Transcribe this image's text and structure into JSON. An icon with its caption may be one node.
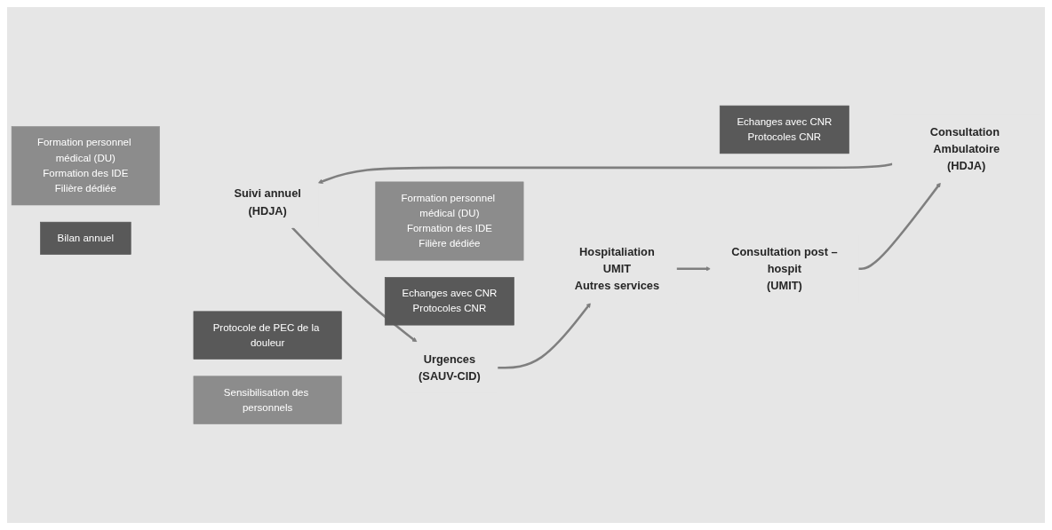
{
  "diagram": {
    "nodes": [
      {
        "text": [
          "Bilan annuel"
        ]
      },
      {
        "text": [
          "Suivi annuel",
          "(HDJA)"
        ]
      },
      {
        "text": [
          "Protocole de PEC de la douleur"
        ]
      },
      {
        "text": [
          "Sensibilisation des personnels"
        ]
      },
      {
        "text": [
          "Urgences",
          "(SAUV-CID)"
        ]
      },
      {
        "text": [
          "Formation personnel médical (DU)",
          "Formation des IDE",
          "Filière dédiée"
        ]
      },
      {
        "text": [
          "Consultation Ambulatoire",
          "(HDJA)"
        ]
      },
      {
        "text": [
          "Hospitaliation",
          "UMIT",
          "Autres services"
        ]
      },
      {
        "text": [
          "Formation personnel médical (DU)",
          "Formation des IDE",
          "Filière dédiée"
        ]
      },
      {
        "text": [
          "Echanges avec CNR",
          "Protocoles CNR"
        ]
      },
      {
        "text": [
          "Echanges avec CNR",
          "Protocoles CNR"
        ]
      },
      {
        "text": [
          "Consultation post –hospit",
          "(UMIT)"
        ]
      }
    ],
    "edges": [
      {
        "from": 1,
        "to": 4,
        "arrow": "to"
      },
      {
        "from": 4,
        "to": 7,
        "arrow": "to"
      },
      {
        "from": 7,
        "to": 11,
        "arrow": "to"
      },
      {
        "from": 11,
        "to": 6,
        "arrow": "to"
      },
      {
        "from": 6,
        "to": 1,
        "arrow": "to"
      }
    ]
  }
}
